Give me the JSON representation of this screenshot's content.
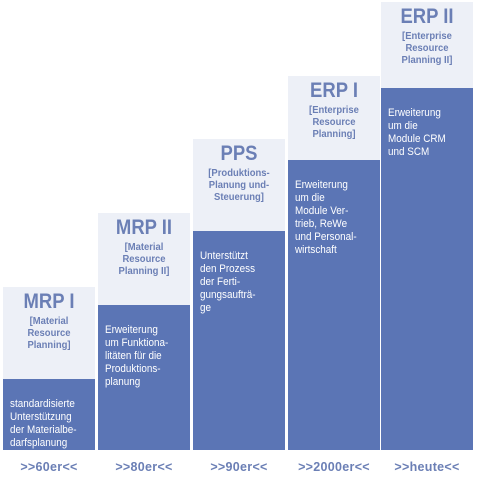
{
  "steps": [
    {
      "title": "MRP I",
      "subtitle": "[Material\nResource\nPlanning]",
      "description": "standardisierte\nUnterstützung\nder Materialbe-\ndarfsplanung",
      "era": ">>60er<<"
    },
    {
      "title": "MRP II",
      "subtitle": "[Material\nResource\nPlanning II]",
      "description": "Erweiterung\num Funktiona-\nlitäten für die\nProduktions-\nplanung",
      "era": ">>80er<<"
    },
    {
      "title": "PPS",
      "subtitle": "[Produktions-\nPlanung und-\nSteuerung]",
      "description": "Unterstützt\nden Prozess\nder Ferti-\ngungsaufträ-\nge",
      "era": ">>90er<<"
    },
    {
      "title": "ERP I",
      "subtitle": "[Enterprise\nResource\nPlanning]",
      "description": "Erweiterung\num die\nModule Ver-\ntrieb, ReWe\nund Personal-\nwirtschaft",
      "era": ">>2000er<<"
    },
    {
      "title": "ERP II",
      "subtitle": "[Enterprise\nResource\nPlanning II]",
      "description": "Erweiterung\num die\nModule CRM\nund SCM",
      "era": ">>heute<<"
    }
  ],
  "colors": {
    "header_bg": "#edf0f7",
    "body_bg": "#5b75b5",
    "accent_text": "#6b7fb5",
    "body_text": "#ffffff"
  }
}
